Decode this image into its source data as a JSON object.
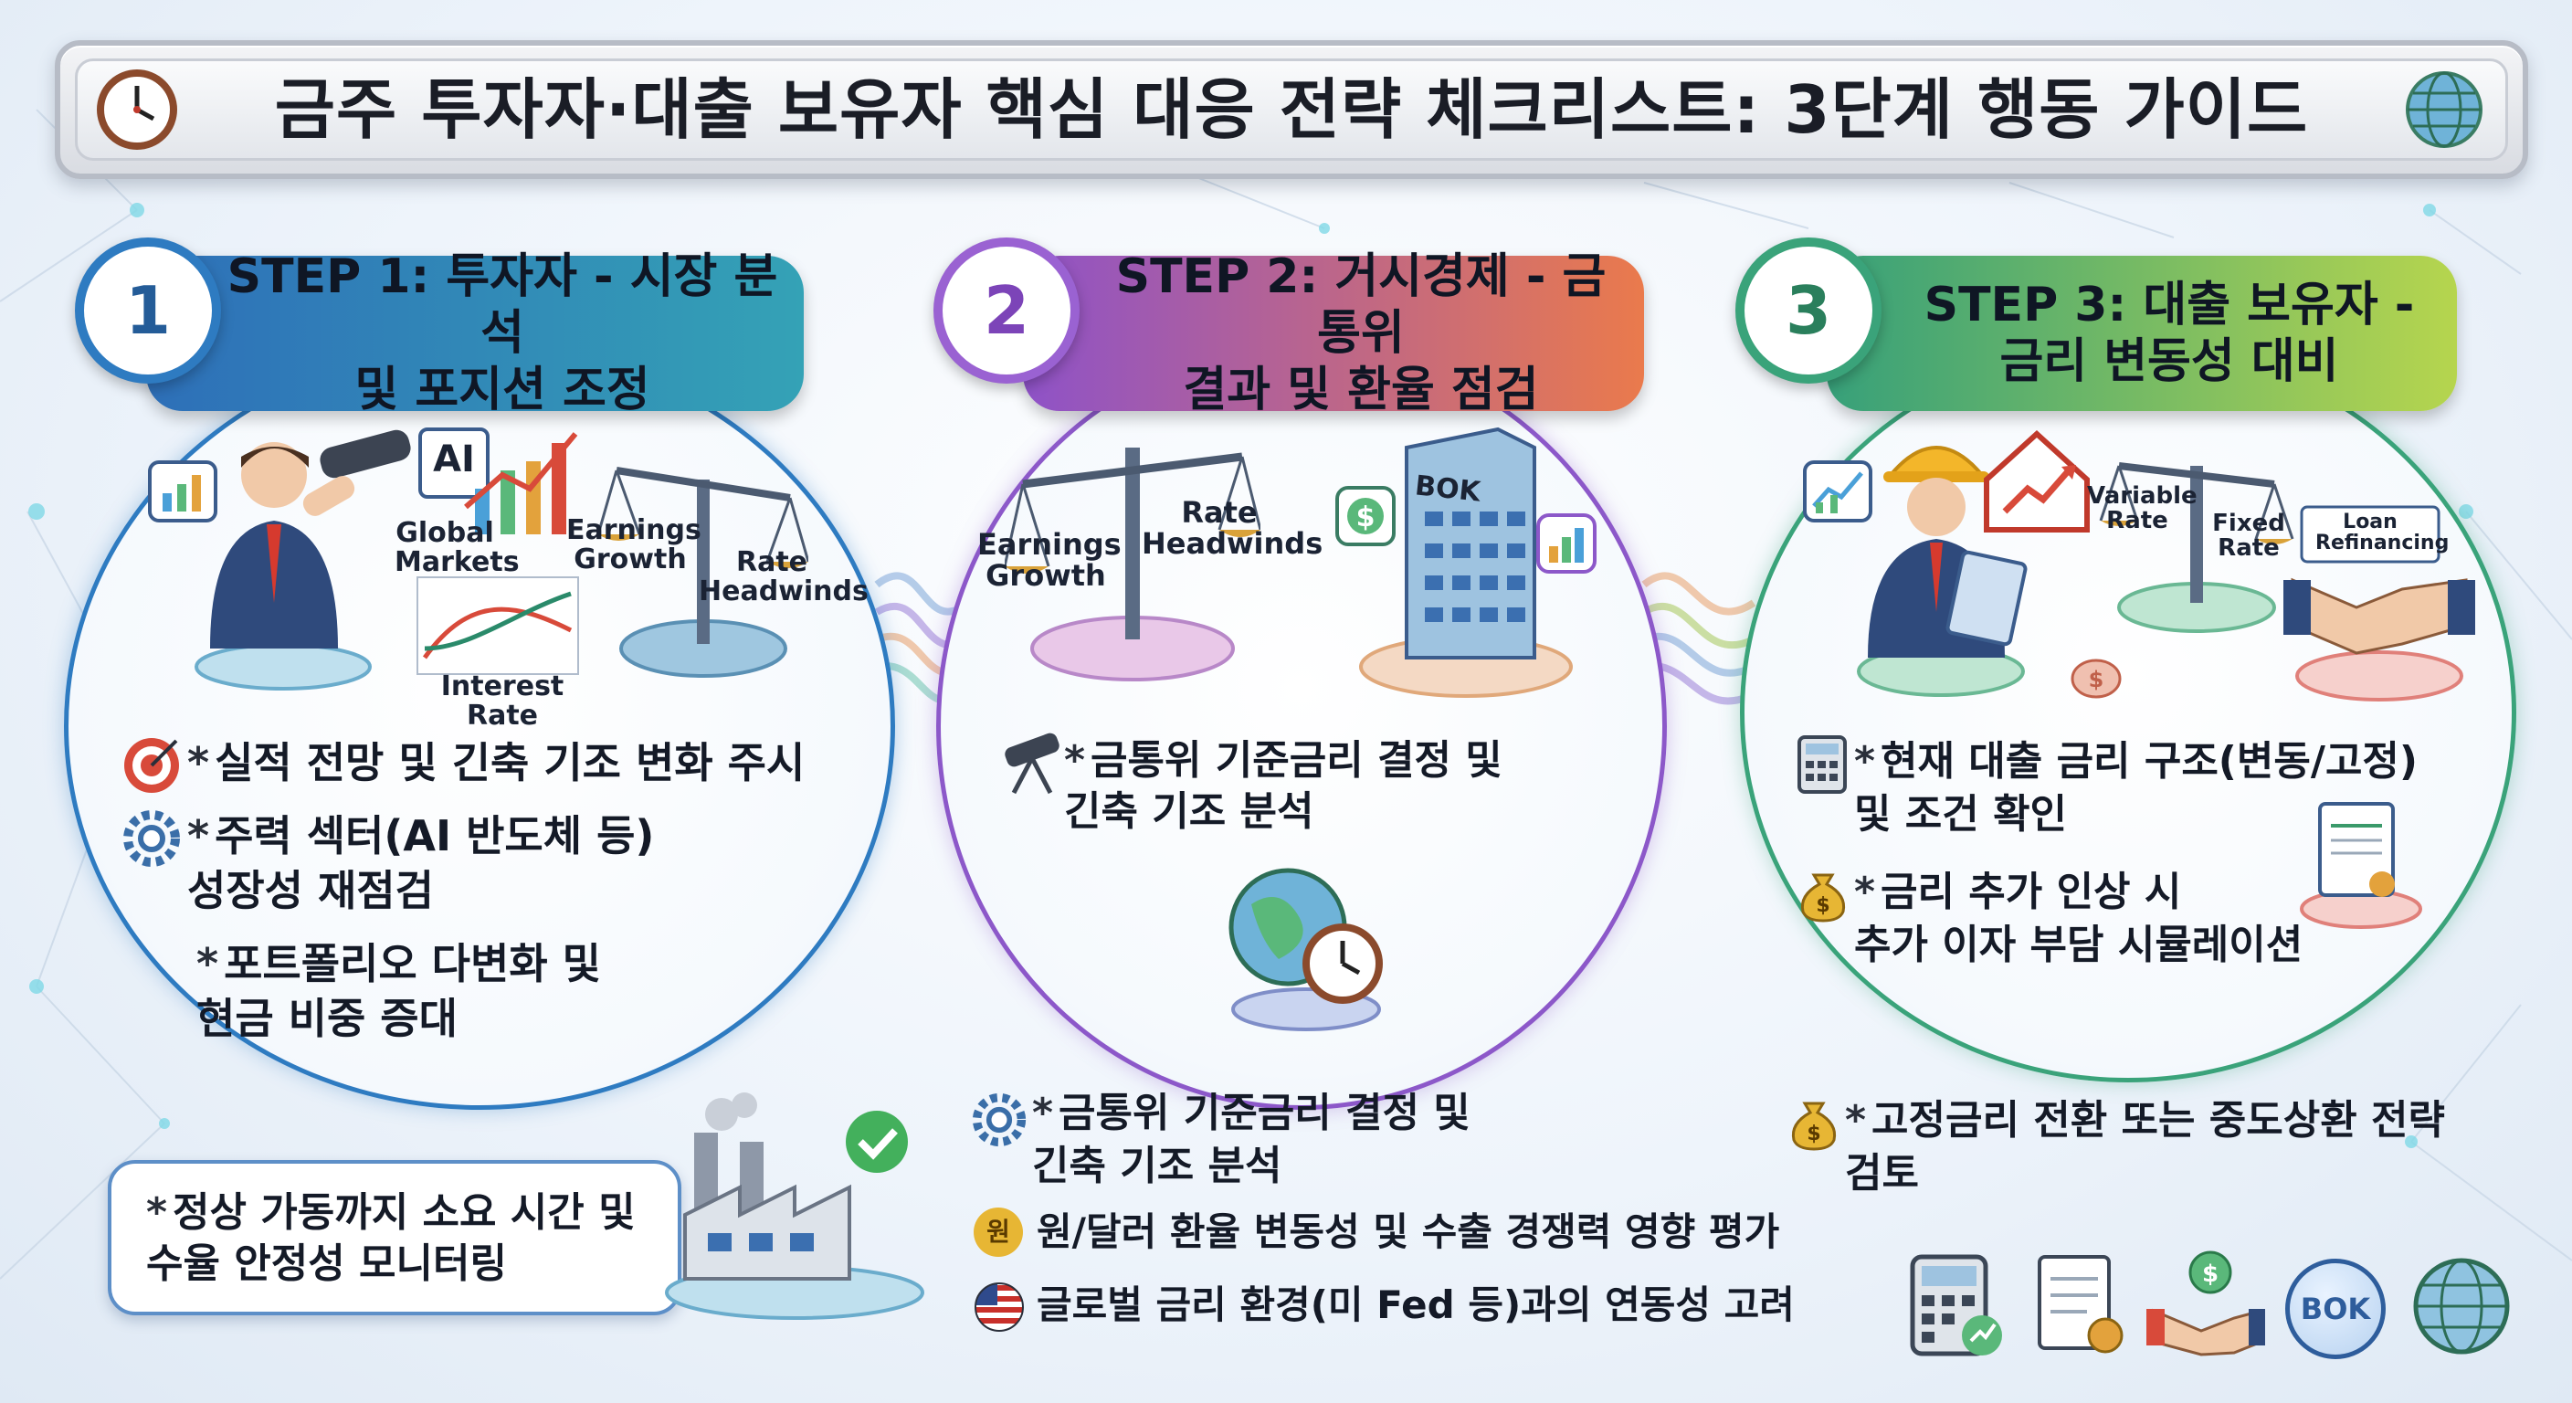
{
  "title": "금주 투자자·대출 보유자 핵심 대응 전략 체크리스트: 3단계 행동 가이드",
  "steps": [
    {
      "number": "1",
      "title": "STEP 1: 투자자 - 시장 분석\n및 포지션 조정",
      "labels": {
        "ai": "AI",
        "global_markets": "Global\nMarkets",
        "interest_rate": "Interest Rate",
        "earnings_growth": "Earnings\nGrowth",
        "rate_headwinds": "Rate\nHeadwinds"
      },
      "bullets": [
        "실적 전망 및 긴축 기조 변화 주시",
        "주력 섹터(AI 반도체 등)\n성장성 재점검",
        "포트폴리오 다변화 및\n현금 비중 증대"
      ],
      "callout": "정상 가동까지 소요 시간 및\n수율 안정성 모니터링"
    },
    {
      "number": "2",
      "title": "STEP 2: 거시경제 - 금통위\n결과 및 환율 점검",
      "labels": {
        "earnings_growth": "Earnings\nGrowth",
        "rate_headwinds": "Rate\nHeadwinds",
        "bok": "BOK"
      },
      "bullets_inner": [
        "금통위 기준금리 결정 및\n긴축 기조 분석"
      ],
      "bullets_outer": [
        "금통위 기준금리 결정 및\n긴축 기조 분석",
        "원/달러 환율 변동성 및 수출 경쟁력 영향 평가",
        "글로벌 금리 환경(미 Fed 등)과의 연동성 고려"
      ],
      "won_symbol": "원"
    },
    {
      "number": "3",
      "title": "STEP 3: 대출 보유자 -\n금리 변동성 대비",
      "labels": {
        "variable_rate": "Variable\nRate",
        "fixed_rate": "Fixed\nRate",
        "loan_refinancing": "Loan\nRefinancing"
      },
      "bullets": [
        "현재 대출 금리 구조(변동/고정)\n및 조건 확인",
        "금리 추가 인상 시\n추가 이자 부담 시뮬레이션"
      ],
      "bullets_outer": [
        "고정금리 전환 또는 중도상환 전략\n검토"
      ],
      "bottom_icons": {
        "bok": "BOK"
      }
    }
  ],
  "colors": {
    "step1": "#2e7bc1",
    "step2": "#8c58c9",
    "step3": "#3aa37a",
    "accent_orange": "#ea7a4c",
    "accent_lime": "#b6d54e"
  }
}
